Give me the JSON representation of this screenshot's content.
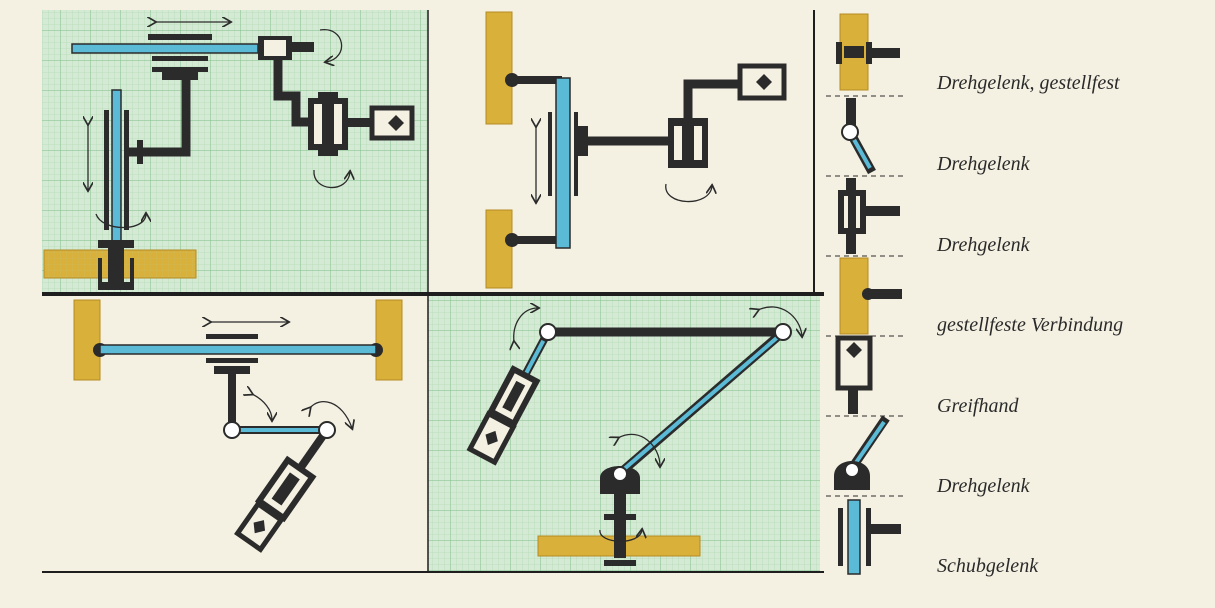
{
  "legend": [
    {
      "key": "revolute_fixed",
      "label": "Drehgelenk, gestellfest"
    },
    {
      "key": "revolute_1",
      "label": "Drehgelenk"
    },
    {
      "key": "revolute_2",
      "label": "Drehgelenk"
    },
    {
      "key": "fixed_connection",
      "label": "gestellfeste Verbindung"
    },
    {
      "key": "gripper",
      "label": "Greifhand"
    },
    {
      "key": "revolute_3",
      "label": "Drehgelenk"
    },
    {
      "key": "prismatic",
      "label": "Schubgelenk"
    }
  ],
  "colors": {
    "background": "#f4f1e3",
    "grid_paper": "#cfe8d2",
    "grid_line": "#9ecaa4",
    "link_blue": "#5bbbd6",
    "frame_yellow": "#d9b03a",
    "frame_yellow_dark": "#c79a2c",
    "structure_dark": "#2b2b2b",
    "joint_white": "#ffffff"
  },
  "icons": [
    "revolute-joint-icon",
    "prismatic-joint-icon",
    "gripper-icon",
    "rotation-arrow-icon",
    "translation-arrow-icon",
    "ground-frame-icon"
  ]
}
